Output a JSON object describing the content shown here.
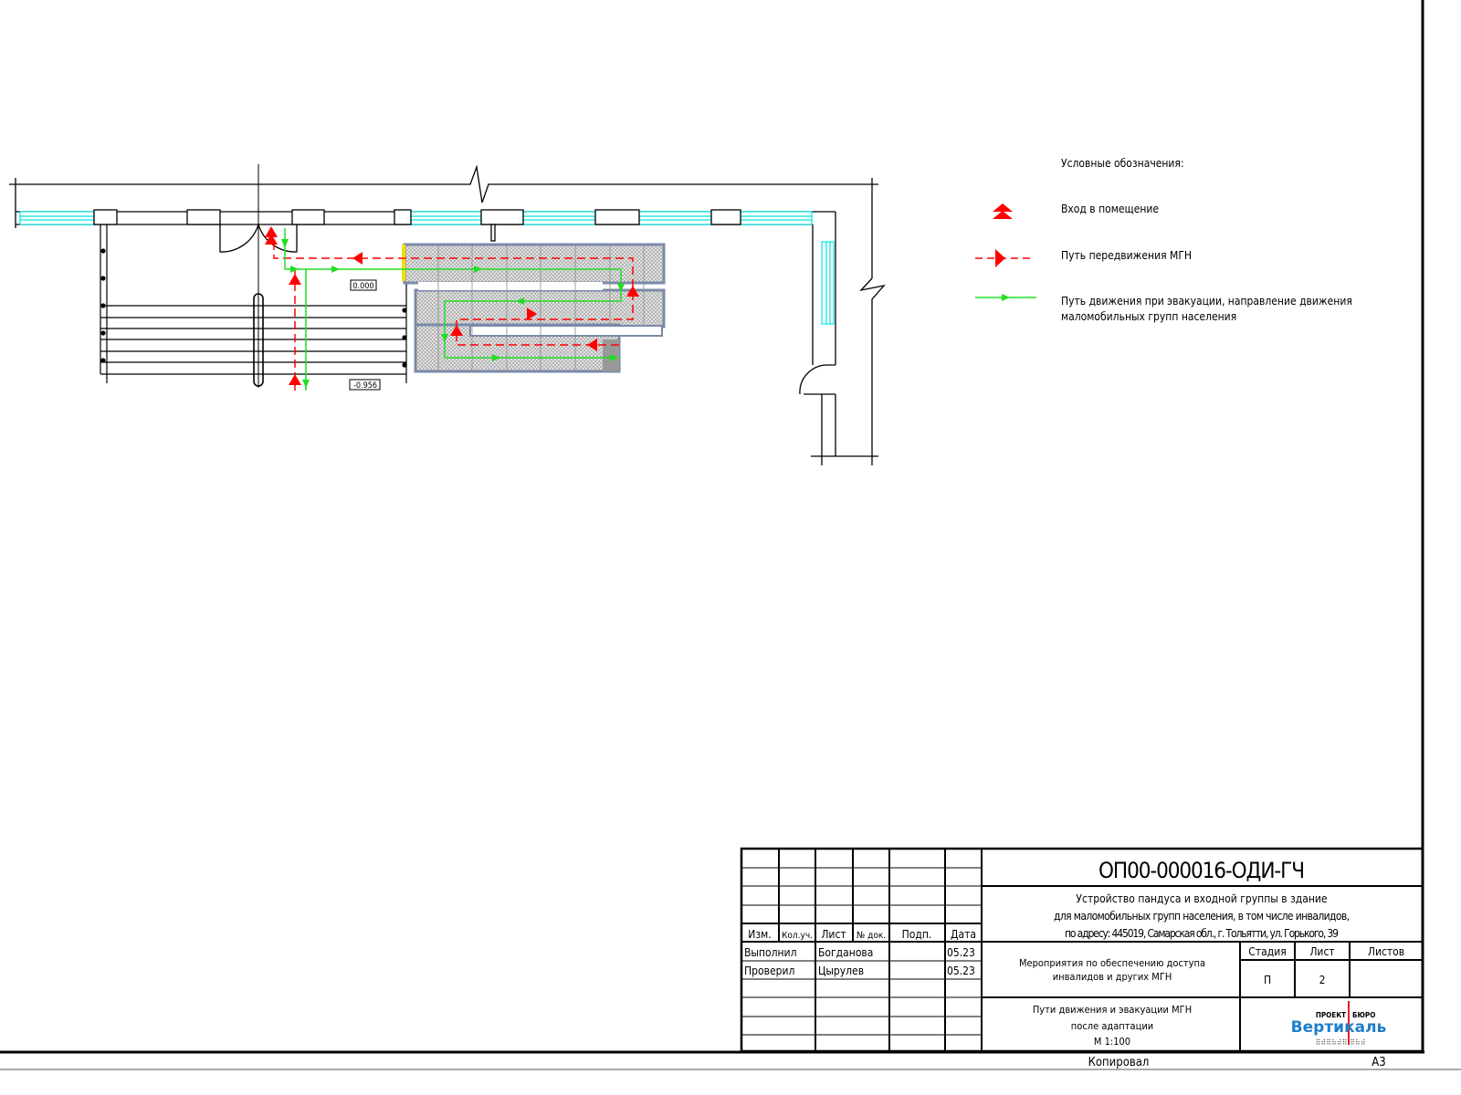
{
  "plan": {
    "level_top": "0.000",
    "level_bottom": "-0.956"
  },
  "legend": {
    "title": "Условные обозначения:",
    "items": [
      {
        "icon": "entrance-arrow-icon",
        "label": "Вход в помещение"
      },
      {
        "icon": "red-dashed-path-icon",
        "label": "Путь передвижения МГН"
      },
      {
        "icon": "green-path-icon",
        "label_line1": "Путь движения при эвакуации, направление  движения",
        "label_line2": "маломобильных групп населения"
      }
    ]
  },
  "title_block": {
    "code": "ОП00-000016-ОДИ-ГЧ",
    "project_line1": "Устройство пандуса и входной группы в здание",
    "project_line2": "для маломобильных групп населения, в том числе инвалидов,",
    "project_line3": "по адресу: 445019, Самарская обл., г. Тольятти, ул. Горького, 39",
    "headers": {
      "izm": "Изм.",
      "kol": "Кол.уч.",
      "list": "Лист",
      "doc": "№ док.",
      "podp": "Подп.",
      "date": "Дата"
    },
    "rows": [
      {
        "role": "Выполнил",
        "name": "Богданова",
        "date": "05.23"
      },
      {
        "role": "Проверил",
        "name": "Цырулев",
        "date": "05.23"
      }
    ],
    "section_line1": "Мероприятия по обеспечению доступа",
    "section_line2": "инвалидов и других МГН",
    "stage_header": "Стадия",
    "sheet_header": "Лист",
    "sheets_header": "Листов",
    "stage": "П",
    "sheet": "2",
    "sheets": "",
    "drawing_line1": "Пути движения и эвакуации МГН",
    "drawing_line2": "после адаптации",
    "drawing_line3": "М 1:100",
    "logo_top_left": "ПРОЕКТ",
    "logo_top_right": "БЮРО",
    "logo_main": "Вертикаль"
  },
  "footer": {
    "copied": "Копировал",
    "format": "А3"
  },
  "colors": {
    "red": "#ff0000",
    "green": "#22dd22",
    "cyan": "#00e5e5",
    "ramp": "#7a8aa8",
    "logo": "#1e7fc8"
  }
}
